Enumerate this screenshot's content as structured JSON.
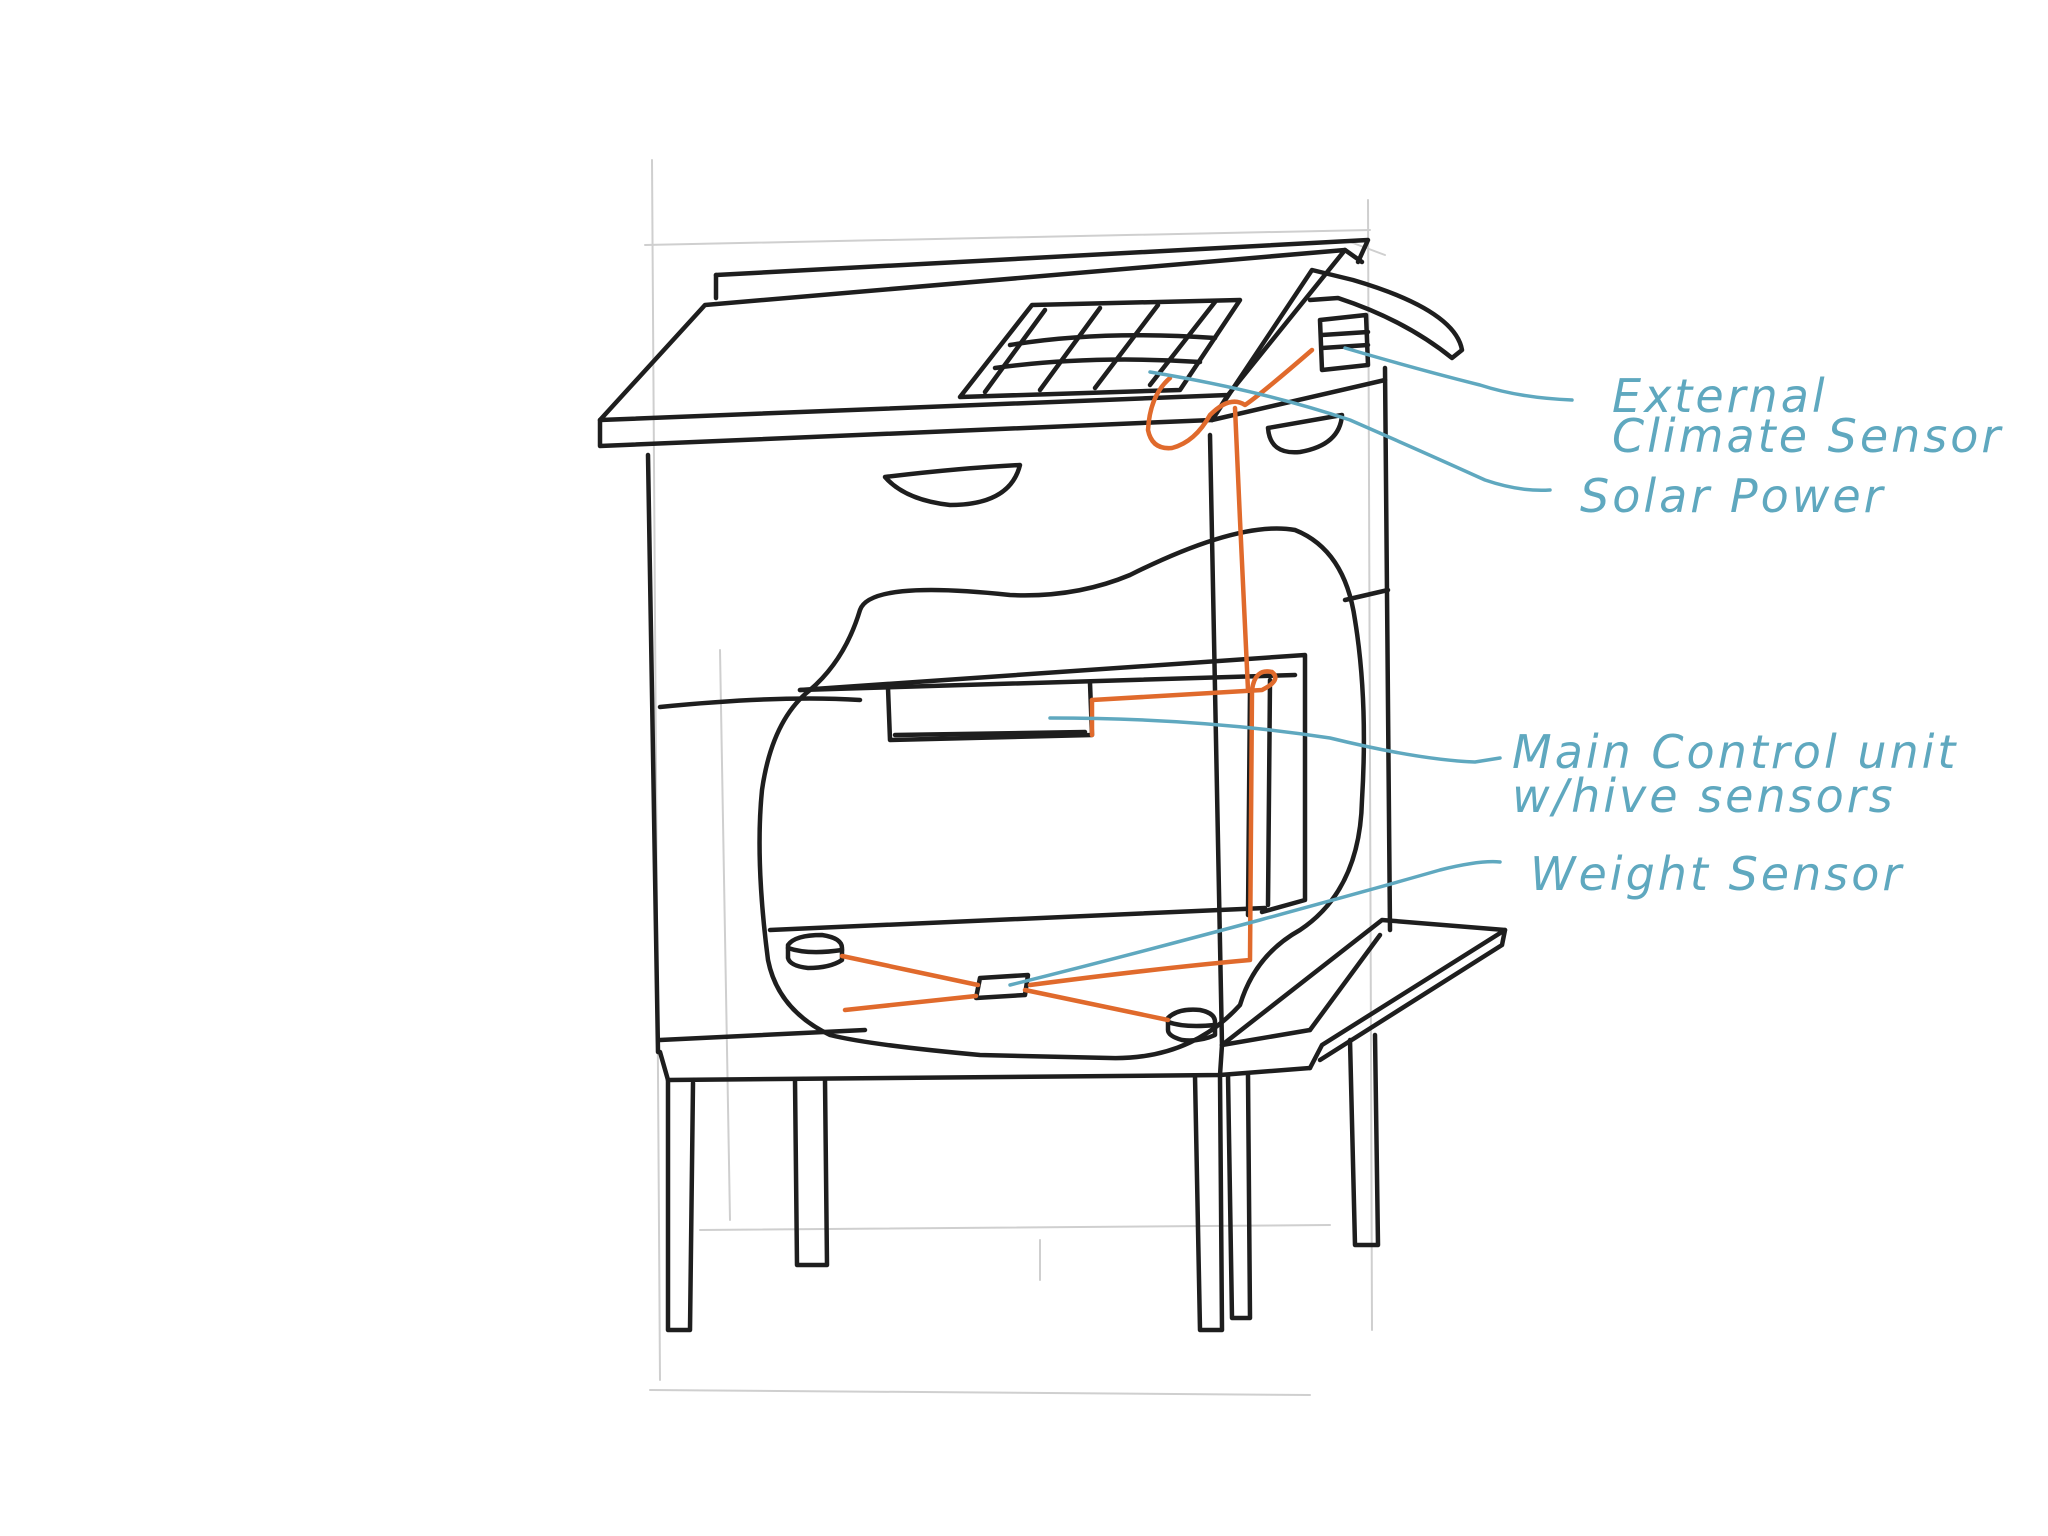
{
  "colors": {
    "ink": "#1e1e1e",
    "wire": "#e06a2c",
    "annotation": "#5fa8bf",
    "guide": "#cfcfcf"
  },
  "labels": {
    "external_climate_sensor": {
      "line1": "External",
      "line2": "Climate Sensor"
    },
    "solar_power": "Solar Power",
    "main_control_unit": {
      "line1": "Main Control unit",
      "line2": "w/hive sensors"
    },
    "weight_sensor": "Weight Sensor"
  }
}
